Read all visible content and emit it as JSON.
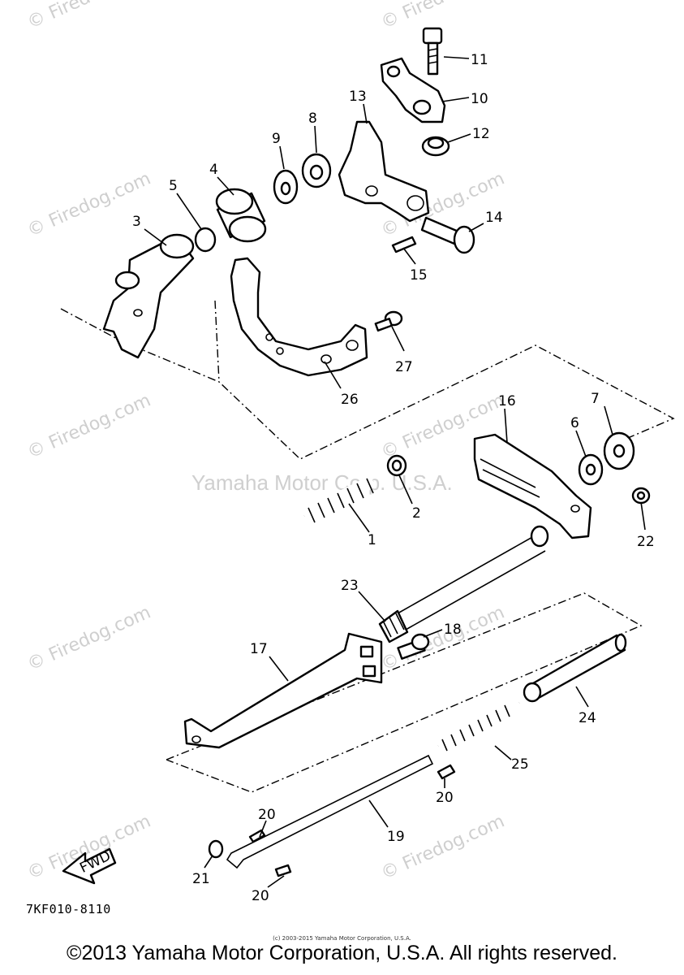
{
  "watermark_text": "© Firedog.com",
  "center_watermark": "Yamaha Motor Corp. U.S.A.",
  "figure_code": "7KF010-8110",
  "fwd_label": "FWD",
  "small_copyright": "(c) 2003-2015 Yamaha Motor Corporation, U.S.A.",
  "copyright": "©2013 Yamaha Motor Corporation, U.S.A. All rights reserved.",
  "callouts": {
    "c1": "1",
    "c2": "2",
    "c3": "3",
    "c4": "4",
    "c5": "5",
    "c6": "6",
    "c7": "7",
    "c8": "8",
    "c9": "9",
    "c10": "10",
    "c11": "11",
    "c12": "12",
    "c13": "13",
    "c14": "14",
    "c15": "15",
    "c16": "16",
    "c17": "17",
    "c18": "18",
    "c19": "19",
    "c20a": "20",
    "c20b": "20",
    "c20c": "20",
    "c21": "21",
    "c22": "22",
    "c23": "23",
    "c24": "24",
    "c25": "25",
    "c26": "26",
    "c27": "27"
  }
}
